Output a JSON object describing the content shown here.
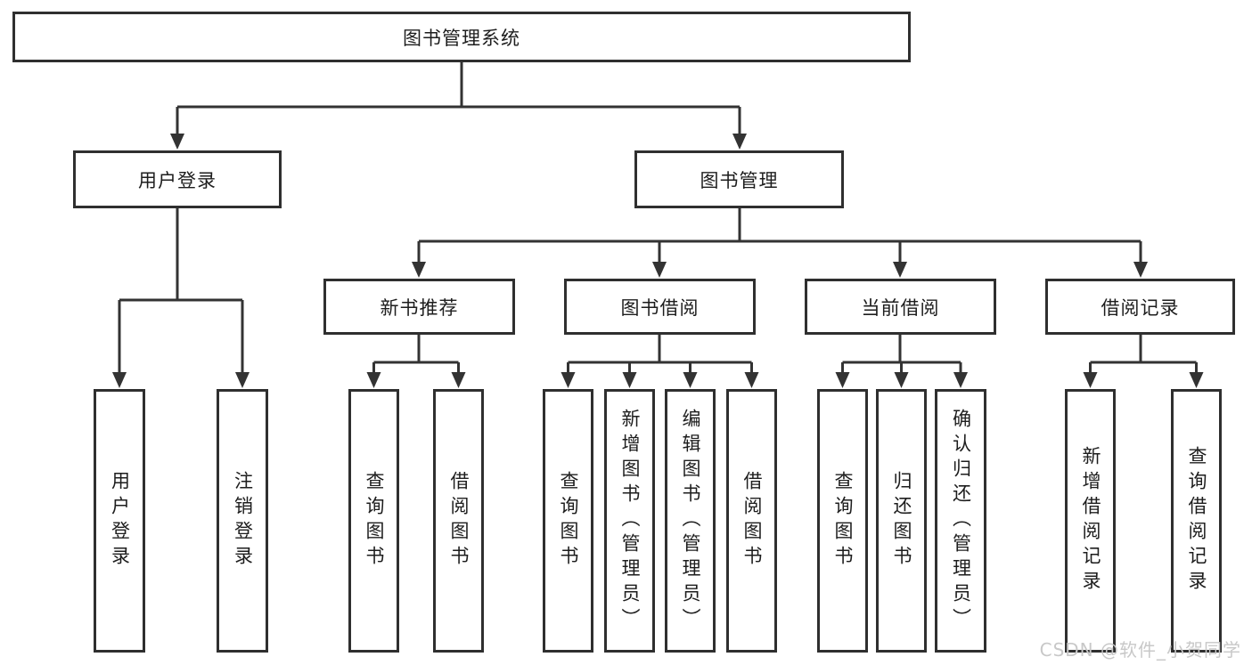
{
  "diagram": {
    "root": {
      "label": "图书管理系统"
    },
    "level1": [
      {
        "label": "用户登录",
        "children": [
          {
            "label": "用户登录"
          },
          {
            "label": "注销登录"
          }
        ]
      },
      {
        "label": "图书管理",
        "children": [
          {
            "label": "新书推荐",
            "children": [
              {
                "label": "查询图书"
              },
              {
                "label": "借阅图书"
              }
            ]
          },
          {
            "label": "图书借阅",
            "children": [
              {
                "label": "查询图书"
              },
              {
                "label": "新增图书（管理员）"
              },
              {
                "label": "编辑图书（管理员）"
              },
              {
                "label": "借阅图书"
              }
            ]
          },
          {
            "label": "当前借阅",
            "children": [
              {
                "label": "查询图书"
              },
              {
                "label": "归还图书"
              },
              {
                "label": "确认归还（管理员）"
              }
            ]
          },
          {
            "label": "借阅记录",
            "children": [
              {
                "label": "新增借阅记录"
              },
              {
                "label": "查询借阅记录"
              }
            ]
          }
        ]
      }
    ],
    "colors": {
      "line": "#333333",
      "border": "#2f2f2f",
      "fill": "#ffffff",
      "text": "#1d1d1d"
    }
  },
  "watermark": {
    "text": "CSDN @软件_小贺同学",
    "color": "#c8c8c8"
  }
}
